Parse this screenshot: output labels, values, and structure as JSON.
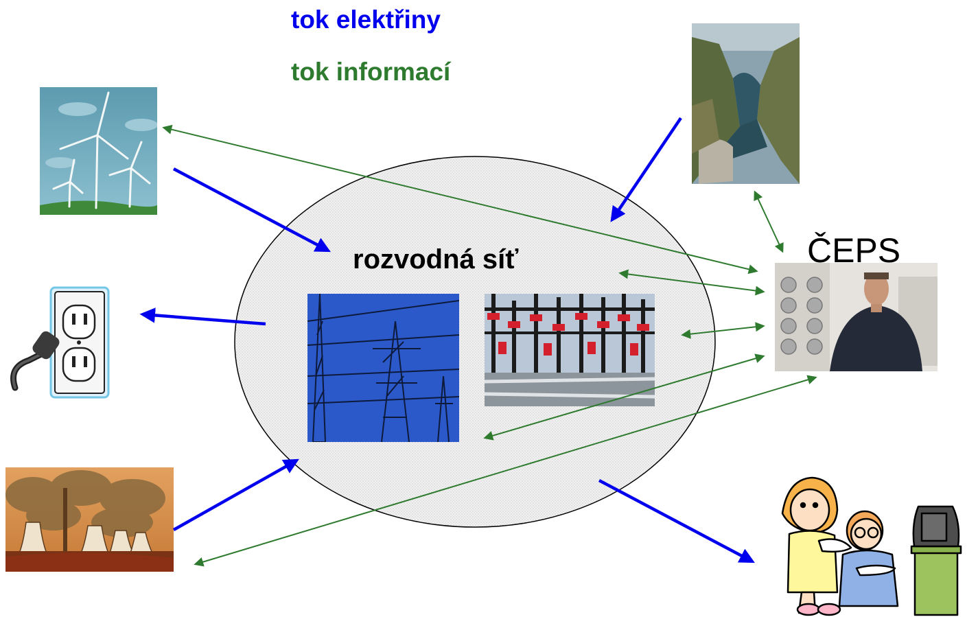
{
  "legend": {
    "electricity_label": "tok elektřiny",
    "information_label": "tok informací",
    "electricity_color": "#0000ee",
    "information_color": "#2e7a2e"
  },
  "center": {
    "label": "rozvodná síť"
  },
  "operator": {
    "label": "ČEPS"
  },
  "icons": {
    "wind": "wind-turbines-icon",
    "dam": "hydro-dam-icon",
    "outlet": "power-outlet-icon",
    "factory": "coal-plant-icon",
    "pylons": "power-pylons-icon",
    "substation": "substation-icon",
    "dispatcher": "dispatcher-meters-icon",
    "consumers": "household-consumers-icon"
  }
}
